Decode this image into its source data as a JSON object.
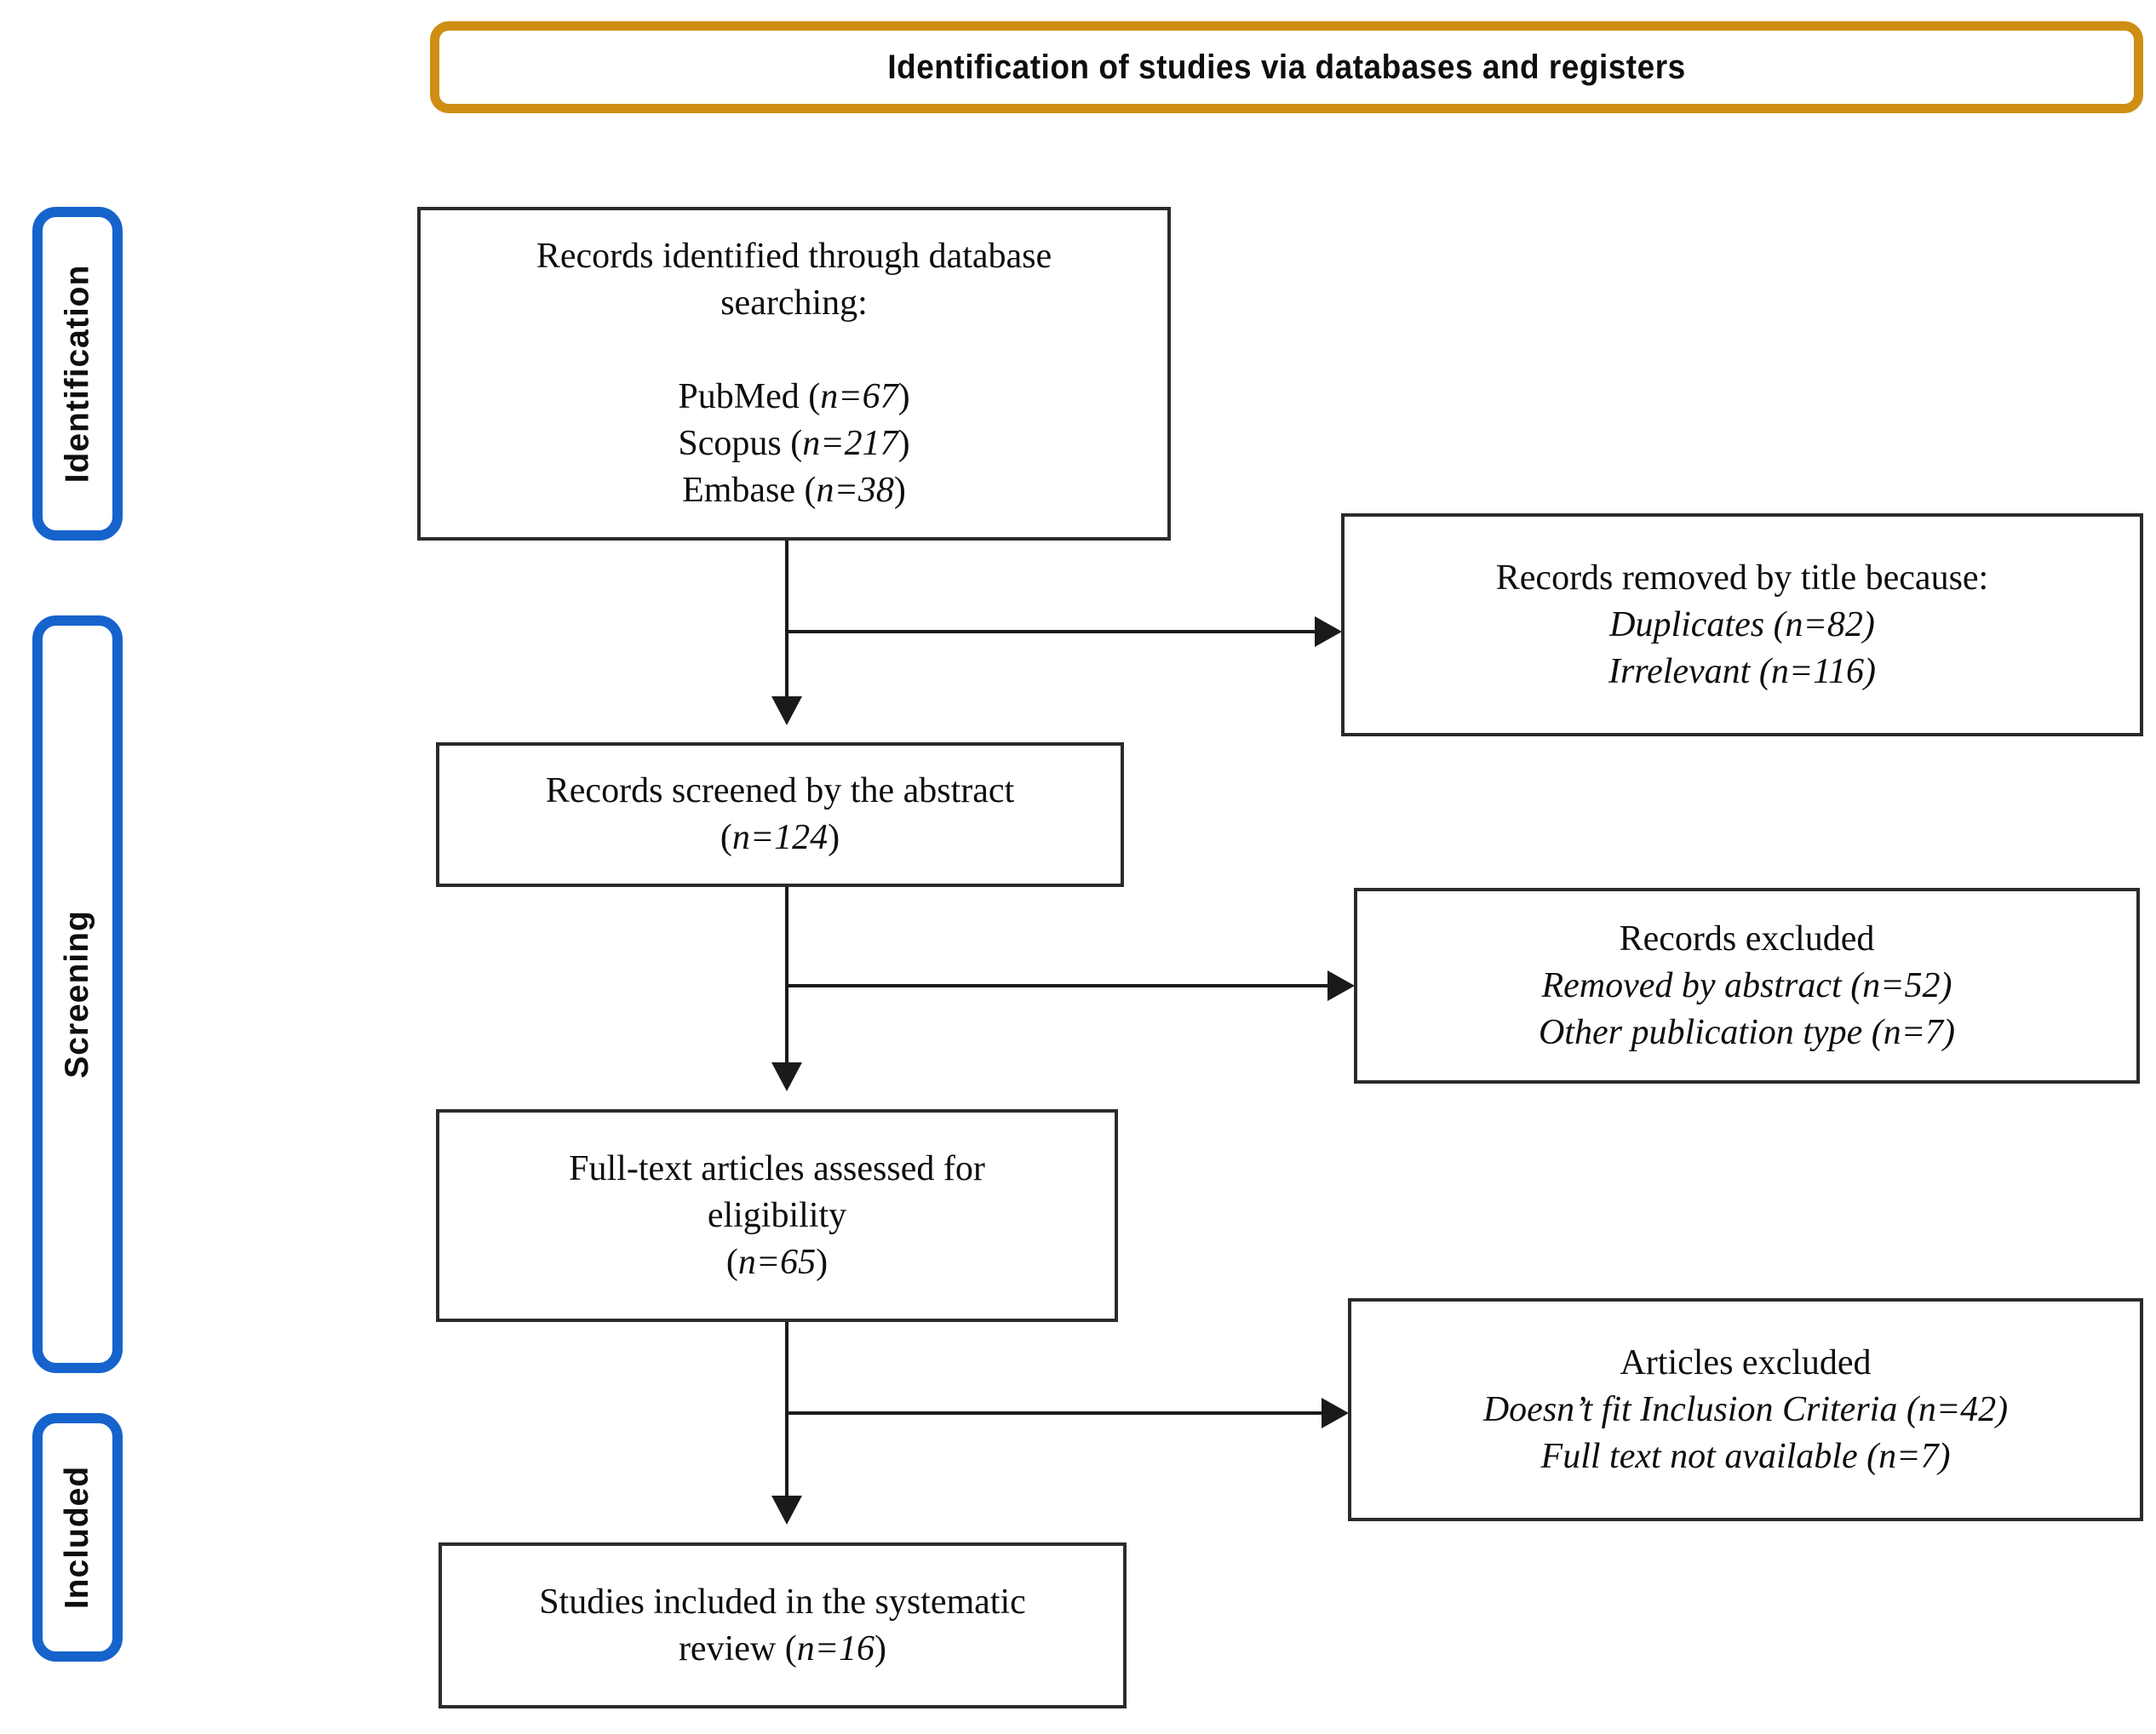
{
  "header": {
    "title": "Identification of studies via databases and registers"
  },
  "sidebar": {
    "labels": {
      "identification": "Identification",
      "screening": "Screening",
      "included": "Included"
    }
  },
  "boxes": {
    "identified": {
      "lines": [
        {
          "pre": "Records identified through database",
          "it": "",
          "post": ""
        },
        {
          "pre": "searching:",
          "it": "",
          "post": ""
        },
        {
          "pre": "",
          "it": "",
          "post": ""
        },
        {
          "pre": "PubMed (",
          "it": "n=67",
          "post": ")"
        },
        {
          "pre": "Scopus (",
          "it": "n=217",
          "post": ")"
        },
        {
          "pre": "Embase (",
          "it": "n=38",
          "post": ")"
        }
      ]
    },
    "removed_title": {
      "lines": [
        {
          "pre": "Records removed by title because:",
          "it": "",
          "post": ""
        },
        {
          "pre": "",
          "it": "Duplicates (n=82)",
          "post": ""
        },
        {
          "pre": "",
          "it": "Irrelevant (n=116)",
          "post": ""
        }
      ]
    },
    "screened": {
      "lines": [
        {
          "pre": "Records screened by the abstract",
          "it": "",
          "post": ""
        },
        {
          "pre": "(",
          "it": "n=124",
          "post": ")"
        }
      ]
    },
    "records_excluded": {
      "lines": [
        {
          "pre": "Records excluded",
          "it": "",
          "post": ""
        },
        {
          "pre": "",
          "it": "Removed by abstract (n=52)",
          "post": ""
        },
        {
          "pre": "",
          "it": "Other publication type (n=7)",
          "post": ""
        }
      ]
    },
    "fulltext": {
      "lines": [
        {
          "pre": "Full-text articles assessed for",
          "it": "",
          "post": ""
        },
        {
          "pre": "eligibility",
          "it": "",
          "post": ""
        },
        {
          "pre": "(",
          "it": "n=65",
          "post": ")"
        }
      ]
    },
    "articles_excluded": {
      "lines": [
        {
          "pre": "Articles excluded",
          "it": "",
          "post": ""
        },
        {
          "pre": "",
          "it": "Doesn’t fit Inclusion Criteria (n=42)",
          "post": ""
        },
        {
          "pre": "",
          "it": "Full text not available (n=7)",
          "post": ""
        }
      ]
    },
    "included": {
      "lines": [
        {
          "pre": "Studies included in the systematic",
          "it": "",
          "post": ""
        },
        {
          "pre": "review (",
          "it": "n=16",
          "post": ")"
        }
      ]
    }
  },
  "colors": {
    "header": "#CE8E13",
    "sidebar": "#1663CC",
    "box": "#2B2B2B",
    "arrow": "#1A1A1A"
  }
}
